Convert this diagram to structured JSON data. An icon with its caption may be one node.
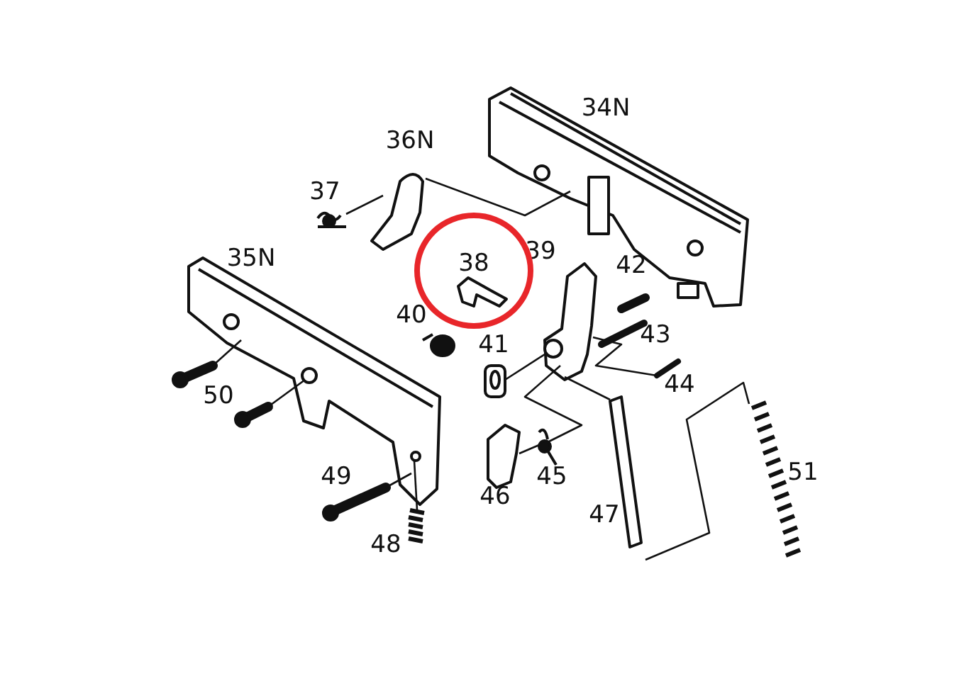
{
  "diagram": {
    "nodes": [
      {
        "text": [
          "38"
        ]
      }
    ],
    "labels": [
      "34N",
      "36N",
      "37",
      "35N",
      "39",
      "42",
      "40",
      "41",
      "43",
      "50",
      "44",
      "51",
      "49",
      "45",
      "46",
      "47",
      "48"
    ]
  }
}
